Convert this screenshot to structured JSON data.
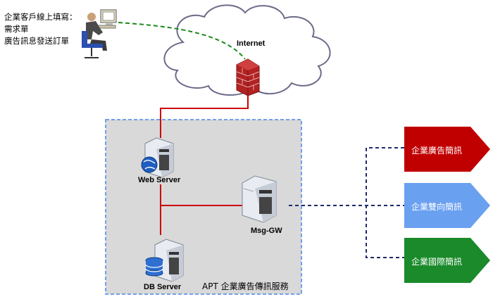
{
  "client": {
    "lines": [
      "企業客戶線上填寫：",
      "需求單",
      "廣告訊息發送訂單"
    ]
  },
  "internet": {
    "label": "Internet"
  },
  "servers": {
    "web": "Web Server",
    "db": "DB Server",
    "msg": "Msg-GW"
  },
  "zone": {
    "label": "APT 企業廣告傳訊服務"
  },
  "outputs": [
    {
      "label": "企業廣告簡訊",
      "color": "#c00000"
    },
    {
      "label": "企業雙向簡訊",
      "color": "#6aa0f0"
    },
    {
      "label": "企業國際簡訊",
      "color": "#1a8a2a"
    }
  ],
  "colors": {
    "red_link": "#cc0000",
    "green_dashed": "#1a8a1a",
    "navy_dashed": "#1f2a6b",
    "zone_border": "#4a86e8",
    "zone_fill": "#d9d9d9"
  }
}
